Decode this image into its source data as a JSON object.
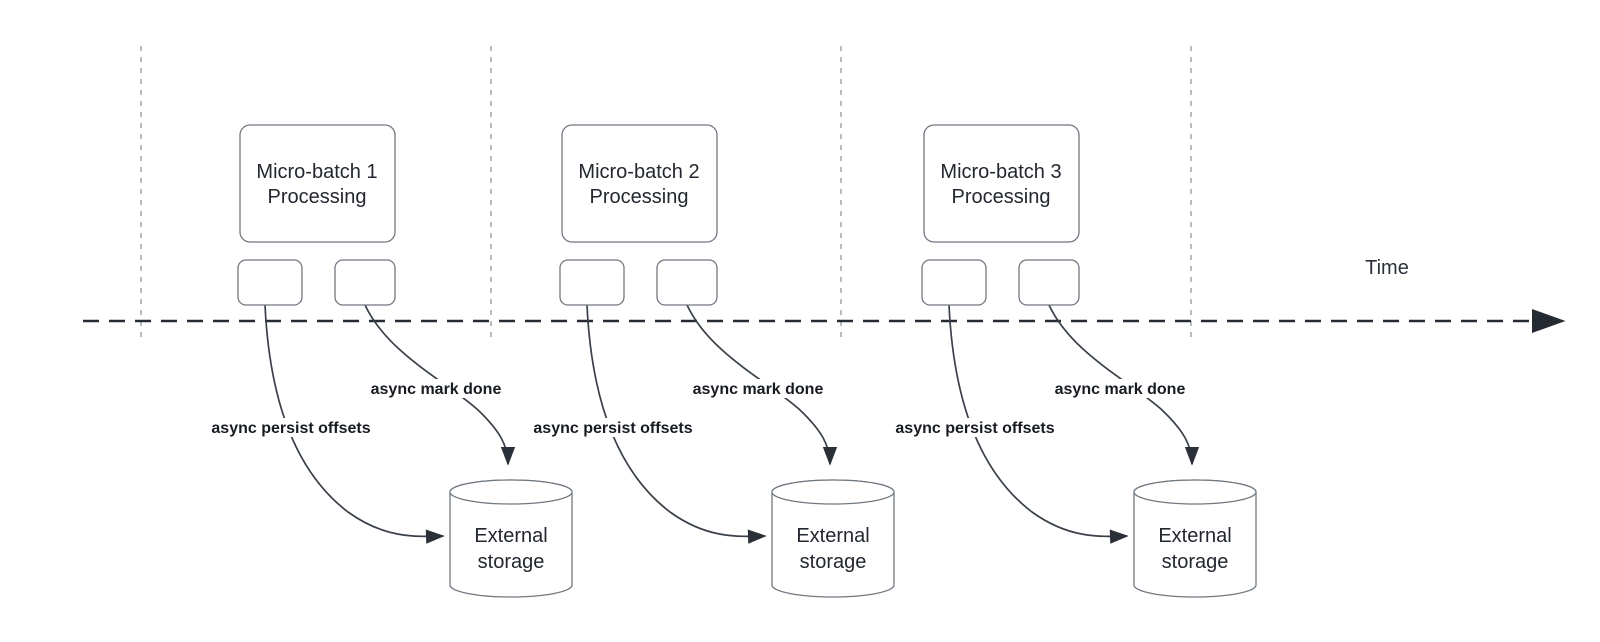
{
  "diagram": {
    "time_axis_label": "Time",
    "colors": {
      "connector": "#3a4049",
      "shape_stroke": "#707880",
      "guide_line": "#aab0b6",
      "timeline": "#262b33",
      "text": "#23272f",
      "background": "#ffffff"
    },
    "batches": [
      {
        "title_line1": "Micro-batch 1",
        "title_line2": "Processing",
        "persist_label": "async persist offsets",
        "done_label": "async mark done",
        "storage_line1": "External",
        "storage_line2": "storage"
      },
      {
        "title_line1": "Micro-batch 2",
        "title_line2": "Processing",
        "persist_label": "async persist offsets",
        "done_label": "async mark done",
        "storage_line1": "External",
        "storage_line2": "storage"
      },
      {
        "title_line1": "Micro-batch 3",
        "title_line2": "Processing",
        "persist_label": "async persist offsets",
        "done_label": "async mark done",
        "storage_line1": "External",
        "storage_line2": "storage"
      }
    ]
  }
}
